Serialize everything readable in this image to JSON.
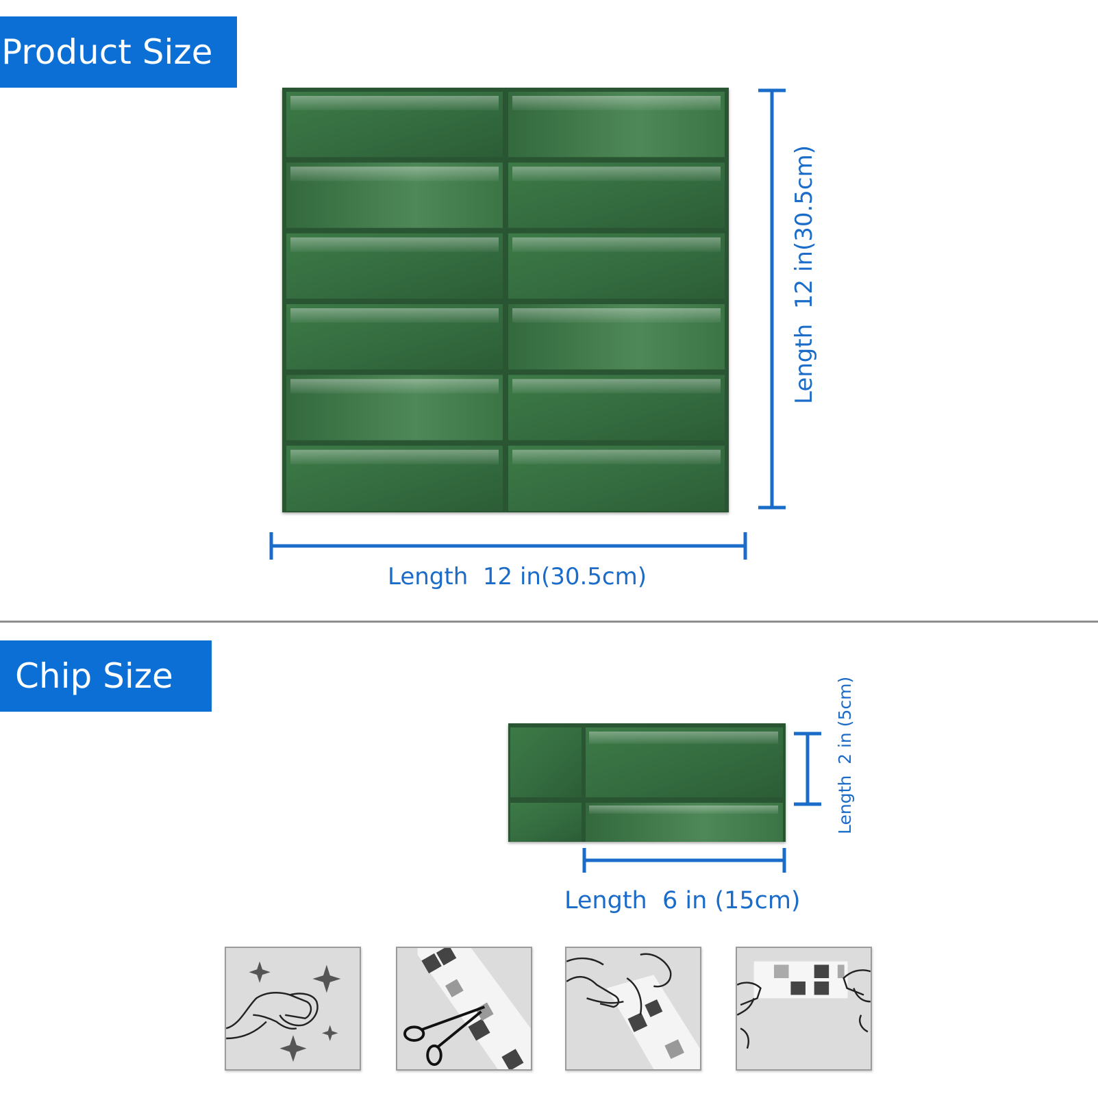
{
  "product_section": {
    "title": "Product Size",
    "width_label": "Length  12 in(30.5cm)",
    "height_label": "Length  12 in(30.5cm)"
  },
  "chip_section": {
    "title": "Chip Size",
    "width_label": "Length  6 in (15cm)",
    "height_label": "Length  2 in (5cm)"
  },
  "colors": {
    "banner": "#0b6fd6",
    "dimension": "#1a6cc8",
    "tile": "#2f5f38"
  },
  "install_steps": [
    {
      "icon": "clean-surface-icon"
    },
    {
      "icon": "cut-tile-icon"
    },
    {
      "icon": "peel-backing-icon"
    },
    {
      "icon": "press-onto-wall-icon"
    }
  ]
}
